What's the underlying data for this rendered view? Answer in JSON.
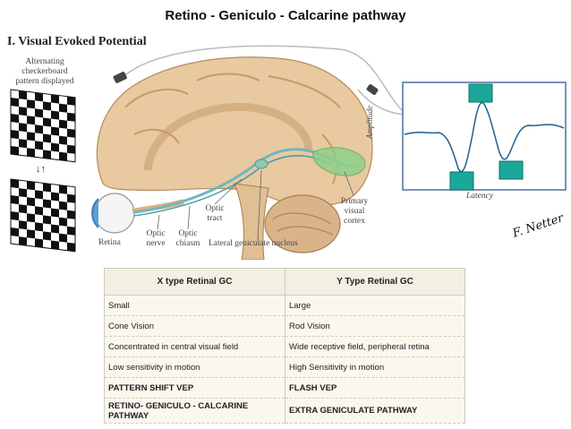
{
  "title": "Retino - Geniculo - Calcarine pathway",
  "section": "I. Visual Evoked Potential",
  "figure": {
    "checkerboard_caption_lines": [
      "Alternating",
      "checkerboard",
      "pattern displayed"
    ],
    "arrows": "↓↑",
    "labels": {
      "retina": "Retina",
      "optic_nerve": [
        "Optic",
        "nerve"
      ],
      "optic_chiasm": [
        "Optic",
        "chiasm"
      ],
      "optic_tract": [
        "Optic",
        "tract"
      ],
      "lgn": "Lateral geniculate nucleus",
      "cortex": [
        "Primary",
        "visual",
        "cortex"
      ]
    },
    "plot": {
      "y_label": "Amplitude",
      "x_label": "Latency"
    },
    "signature": "F. Netter"
  },
  "table": {
    "headers": [
      "X type Retinal GC",
      "Y Type Retinal GC"
    ],
    "rows": [
      {
        "cells": [
          "Small",
          "Large"
        ],
        "bold": false
      },
      {
        "cells": [
          "Cone Vision",
          "Rod Vision"
        ],
        "bold": false
      },
      {
        "cells": [
          "Concentrated in central visual field",
          "Wide receptive field, peripheral retina"
        ],
        "bold": false
      },
      {
        "cells": [
          "Low sensitivity in motion",
          "High Sensitivity in motion"
        ],
        "bold": false
      },
      {
        "cells": [
          "PATTERN SHIFT VEP",
          "FLASH VEP"
        ],
        "bold": true
      },
      {
        "cells": [
          "RETINO- GENICULO - CALCARINE PATHWAY",
          "EXTRA GENICULATE PATHWAY"
        ],
        "bold": true
      }
    ]
  },
  "colors": {
    "brain": "#e8c9a0",
    "brain_dark": "#c59a6c",
    "pathway": "#6fb6c2",
    "cortex_green": "#8fd08a",
    "marker_teal": "#1aa89a",
    "plot_border": "#4a6fa5",
    "plot_line": "#1f5f8f"
  }
}
